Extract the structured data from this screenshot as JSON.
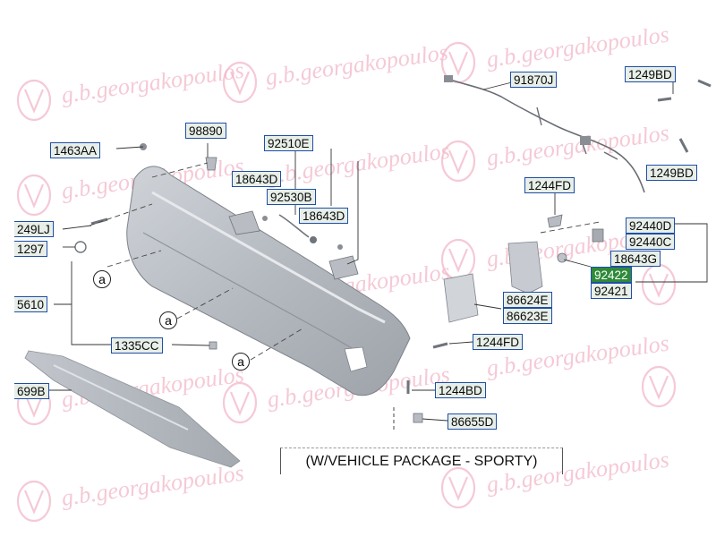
{
  "watermark": {
    "text": "g.b.georgakopoulos"
  },
  "caption": "(W/VEHICLE PACKAGE - SPORTY)",
  "callouts": [
    "a",
    "a",
    "a"
  ],
  "labels": [
    {
      "id": "91870J",
      "text": "91870J"
    },
    {
      "id": "1249BD-a",
      "text": "1249BD"
    },
    {
      "id": "98890",
      "text": "98890"
    },
    {
      "id": "92510E",
      "text": "92510E"
    },
    {
      "id": "1463AA",
      "text": "1463AA"
    },
    {
      "id": "18643D-a",
      "text": "18643D"
    },
    {
      "id": "92530B",
      "text": "92530B"
    },
    {
      "id": "18643D-b",
      "text": "18643D"
    },
    {
      "id": "1249BD-b",
      "text": "1249BD"
    },
    {
      "id": "1244FD-a",
      "text": "1244FD"
    },
    {
      "id": "249LJ",
      "text": "249LJ"
    },
    {
      "id": "1297",
      "text": "1297"
    },
    {
      "id": "92440D",
      "text": "92440D"
    },
    {
      "id": "92440C",
      "text": "92440C"
    },
    {
      "id": "18643G",
      "text": "18643G"
    },
    {
      "id": "92422",
      "text": "92422"
    },
    {
      "id": "92421",
      "text": "92421"
    },
    {
      "id": "86624E",
      "text": "86624E"
    },
    {
      "id": "86623E",
      "text": "86623E"
    },
    {
      "id": "5610",
      "text": "5610"
    },
    {
      "id": "1335CC",
      "text": "1335CC"
    },
    {
      "id": "1244FD-b",
      "text": "1244FD"
    },
    {
      "id": "1244BD",
      "text": "1244BD"
    },
    {
      "id": "699B",
      "text": "699B"
    },
    {
      "id": "86655D",
      "text": "86655D"
    }
  ]
}
